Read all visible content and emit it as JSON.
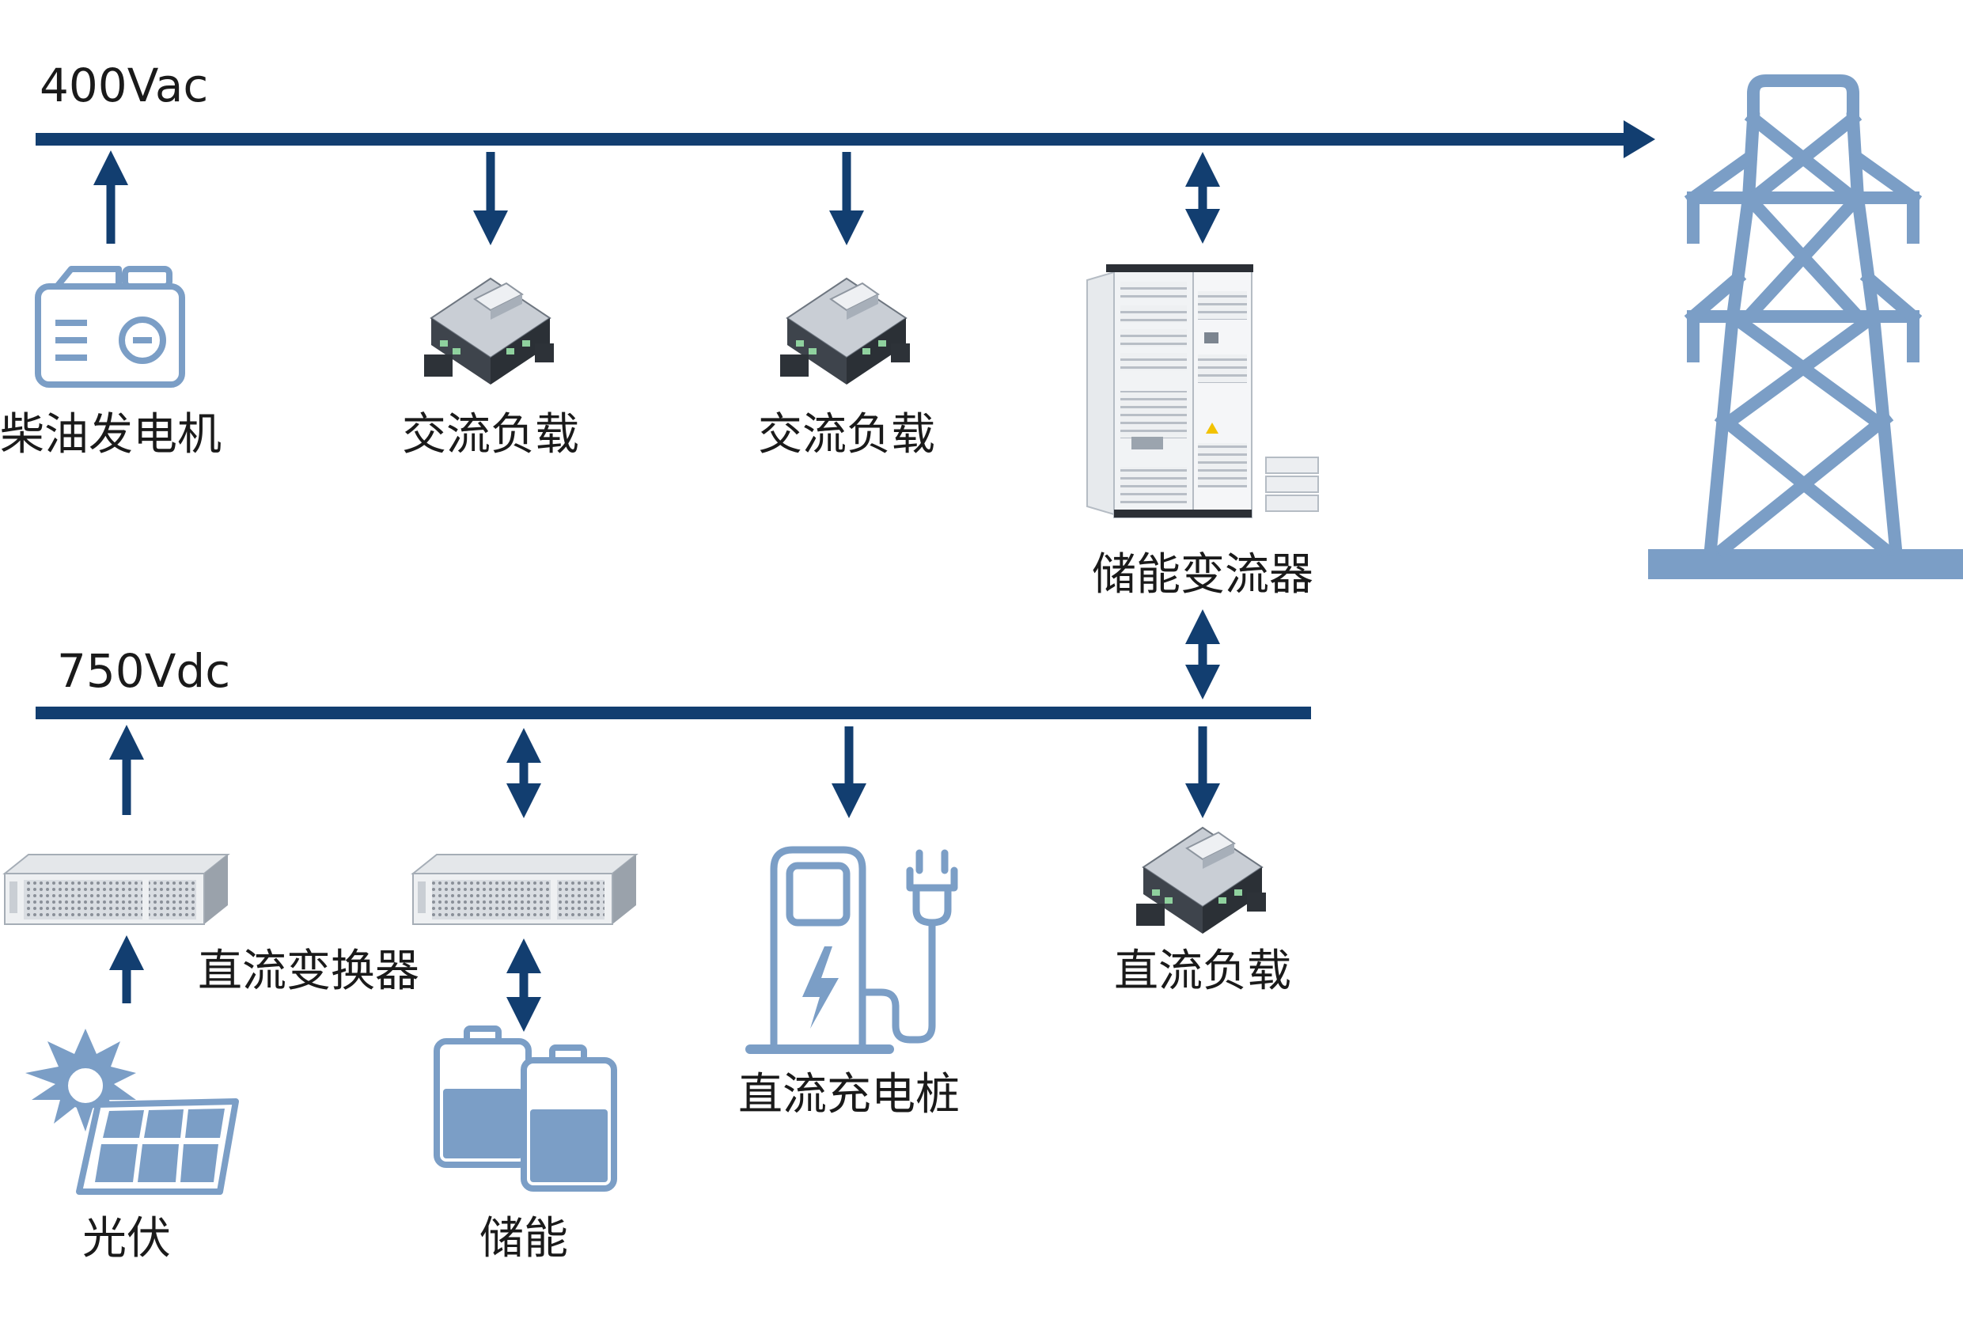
{
  "ac_bus": {
    "label": "400Vac"
  },
  "dc_bus": {
    "label": "750Vdc"
  },
  "devices": {
    "diesel_generator": "柴油发电机",
    "ac_load_1": "交流负载",
    "ac_load_2": "交流负载",
    "pcs": "储能变流器",
    "dc_converter": "直流变换器",
    "pv": "光伏",
    "storage": "储能",
    "dc_charger": "直流充电桩",
    "dc_load": "直流负载"
  },
  "colors": {
    "bus": "#123e70",
    "icon": "#7b9ec6",
    "tower": "#7b9ec6"
  }
}
